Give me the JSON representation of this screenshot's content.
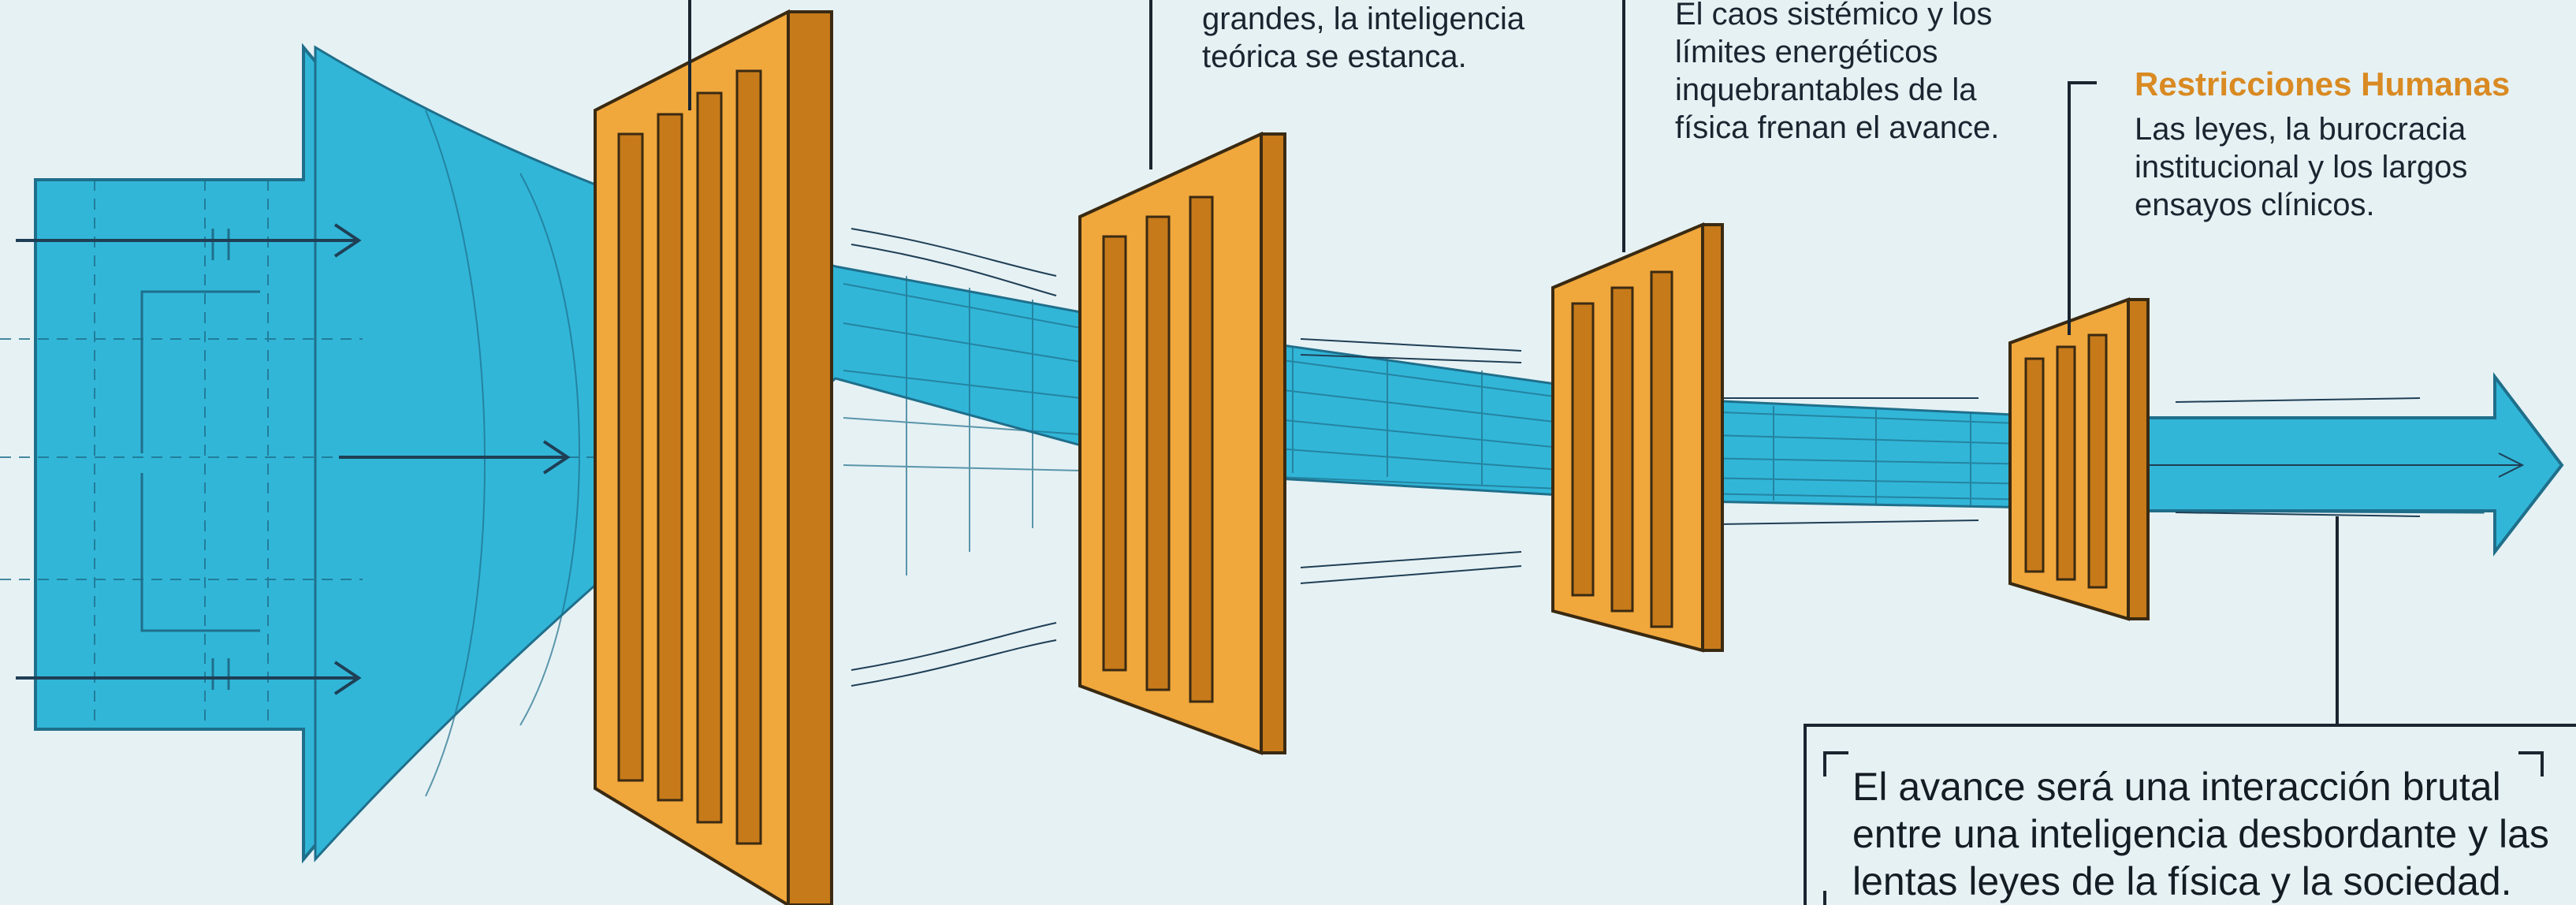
{
  "annotations": {
    "top_left_partial": "",
    "data_limit_text": "grandes, la inteligencia\nteórica se estanca.",
    "physics_limit_text": "El caos sistémico y los\nlímites energéticos\ninquebrantables de la\nfísica frenan el avance.",
    "human_limit": {
      "heading": "Restricciones Humanas",
      "text": "Las leyes, la burocracia\ninstitucional y los largos\nensayos clínicos."
    },
    "conclusion": "El avance será una interacción brutal\nentre una inteligencia desbordante y las\nlentas leyes de la física y la sociedad."
  },
  "colors": {
    "flow": "#31b6d8",
    "flow_line": "#1f6f8b",
    "gate": "#f0a73c",
    "gate_dark": "#c77a1a",
    "gate_stroke": "#3a2a12",
    "heading": "#d98a22",
    "background": "#e6f1f4"
  }
}
